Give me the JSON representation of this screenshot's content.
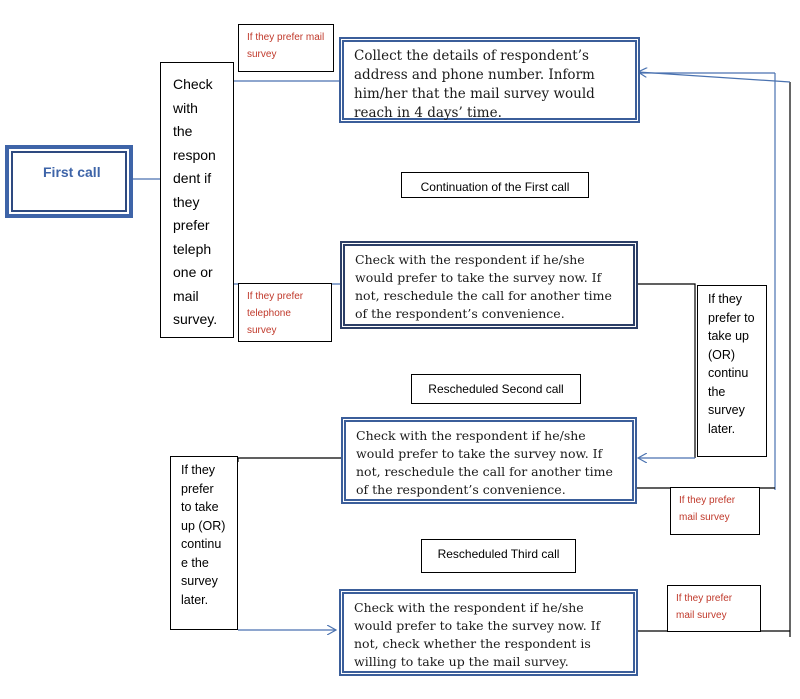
{
  "first_call": "First call",
  "check_box": "Check with the respon dent if they prefer teleph one or mail survey.",
  "tag_mail_top": "If they prefer mail survey",
  "tag_telephone": "If they prefer telephone survey",
  "collect_box": "Collect the details of respondent’s address and phone number. Inform him/her that the mail survey would reach in 4 days’ time.",
  "continuation_label": "Continuation of the First call",
  "first_call_check": "Check with the respondent if he/she would prefer to take the survey now. If not, reschedule the call for another time of the respondent’s convenience.",
  "right_take_up": "If they prefer to take up (OR) continu the survey later.",
  "second_label": "Rescheduled Second call",
  "second_call_check": "Check with the respondent if he/she would prefer to take the survey now. If not, reschedule the call for another time of the respondent’s convenience.",
  "left_take_up": "If they prefer to take up (OR) continu e the survey later.",
  "tag_mail_mid": "If they prefer mail survey",
  "third_label": "Rescheduled Third call",
  "third_call_check": "Check with the respondent if he/she would prefer to take the survey now. If not, check whether the respondent is willing to take up the mail survey.",
  "tag_mail_bottom": "If they prefer mail survey"
}
